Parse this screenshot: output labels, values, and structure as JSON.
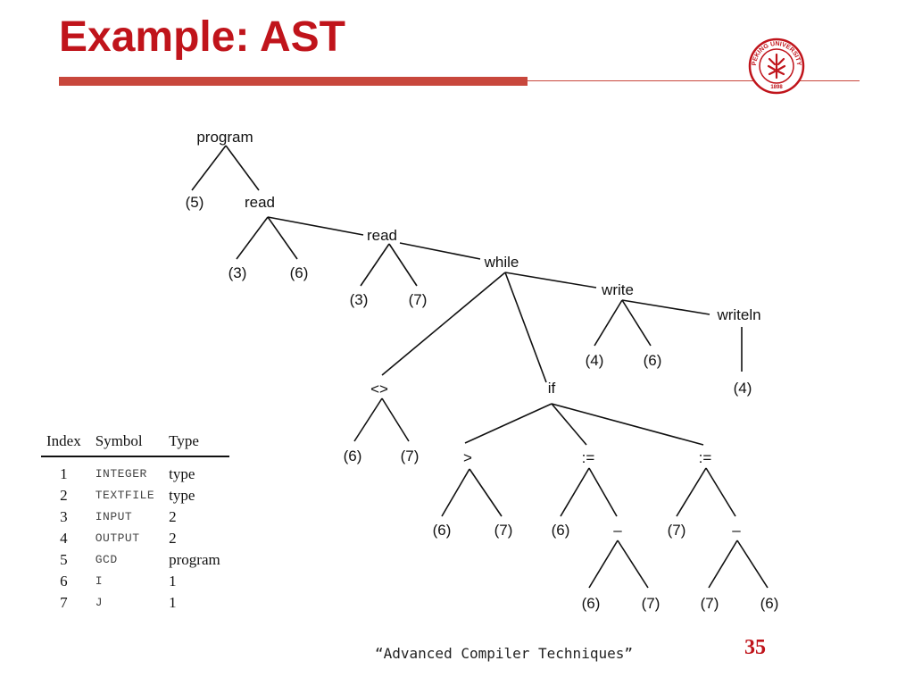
{
  "slide": {
    "title": "Example: AST",
    "footer": "“Advanced Compiler Techniques”",
    "page_number": "35",
    "accent_color": "#c0141b",
    "rule_color": "#c8473c"
  },
  "logo": {
    "icon": "peking-university-seal-icon",
    "text": "PEKING UNIVERSITY",
    "year": "1898"
  },
  "ast": {
    "labels": {
      "program": "program",
      "n5": "(5)",
      "read1": "read",
      "r1a": "(3)",
      "r1b": "(6)",
      "read2": "read",
      "r2a": "(3)",
      "r2b": "(7)",
      "while": "while",
      "write": "write",
      "wa": "(4)",
      "wb": "(6)",
      "writeln": "writeln",
      "wl": "(4)",
      "ne": "<>",
      "ne_a": "(6)",
      "ne_b": "(7)",
      "if": "if",
      "gt": ">",
      "gt_a": "(6)",
      "gt_b": "(7)",
      "as1": ":=",
      "as1_a": "(6)",
      "minus1": "–",
      "m1_a": "(6)",
      "m1_b": "(7)",
      "as2": ":=",
      "as2_a": "(7)",
      "minus2": "–",
      "m2_a": "(7)",
      "m2_b": "(6)"
    }
  },
  "symbol_table": {
    "headers": [
      "Index",
      "Symbol",
      "Type"
    ],
    "rows": [
      [
        "1",
        "INTEGER",
        "type"
      ],
      [
        "2",
        "TEXTFILE",
        "type"
      ],
      [
        "3",
        "INPUT",
        "2"
      ],
      [
        "4",
        "OUTPUT",
        "2"
      ],
      [
        "5",
        "GCD",
        "program"
      ],
      [
        "6",
        "I",
        "1"
      ],
      [
        "7",
        "J",
        "1"
      ]
    ]
  }
}
